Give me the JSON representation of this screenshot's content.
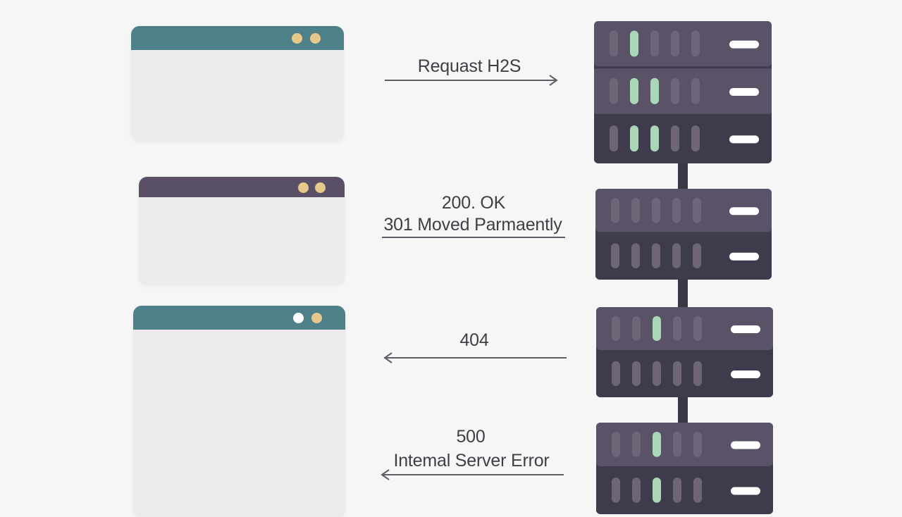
{
  "colors": {
    "background": "#f6f6f7",
    "window_body": "#ebebec",
    "titlebar_teal": "#4e8089",
    "titlebar_purple": "#595066",
    "dot_yellow": "#e6c98a",
    "dot_white": "#ffffff",
    "server_top": "#5a5266",
    "server_bottom": "#3e3b4c",
    "led_green": "#a9d7b8",
    "led_dim": "#6e6578",
    "handle": "#ffffff",
    "text": "#3f3f46",
    "arrow": "#5d5d66"
  },
  "browser_windows": [
    {
      "id": "win-1",
      "titlebar": "teal",
      "dots": [
        "yellow",
        "yellow"
      ]
    },
    {
      "id": "win-2",
      "titlebar": "purple",
      "dots": [
        "yellow",
        "yellow"
      ]
    },
    {
      "id": "win-3",
      "titlebar": "teal",
      "dots": [
        "white",
        "yellow"
      ]
    }
  ],
  "messages": {
    "request": "Requast H2S",
    "ok_line1": "200. OK",
    "ok_line2": "301 Moved Parmaently",
    "not_found": "404",
    "error_line1": "500",
    "error_line2": "Intemal Server Error"
  },
  "server_racks": [
    {
      "id": "rack-1",
      "units": 3,
      "green_leds": [
        [
          1
        ],
        [
          1,
          2
        ],
        [
          1,
          2
        ]
      ]
    },
    {
      "id": "rack-2",
      "units": 2,
      "green_leds": [
        [],
        []
      ]
    },
    {
      "id": "rack-3",
      "units": 2,
      "green_leds": [
        [
          2
        ],
        []
      ]
    },
    {
      "id": "rack-4",
      "units": 2,
      "green_leds": [
        [
          2
        ],
        [
          2
        ]
      ]
    }
  ]
}
